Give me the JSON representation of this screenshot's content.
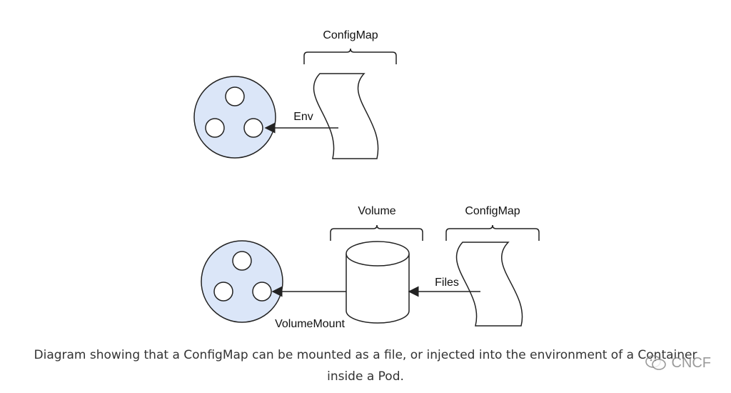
{
  "diagram": {
    "top": {
      "configmap_label": "ConfigMap",
      "arrow_label": "Env"
    },
    "bottom": {
      "volume_label": "Volume",
      "configmap_label": "ConfigMap",
      "files_label": "Files",
      "mount_label": "VolumeMount"
    }
  },
  "caption": {
    "line1": "Diagram showing that a ConfigMap can be mounted as a file, or injected into the environment of a Container",
    "line2": "inside a Pod."
  },
  "watermark": {
    "text": "CNCF",
    "icon": "wechat-icon"
  },
  "colors": {
    "pod_fill": "#dbe6f8",
    "stroke": "#222222"
  }
}
